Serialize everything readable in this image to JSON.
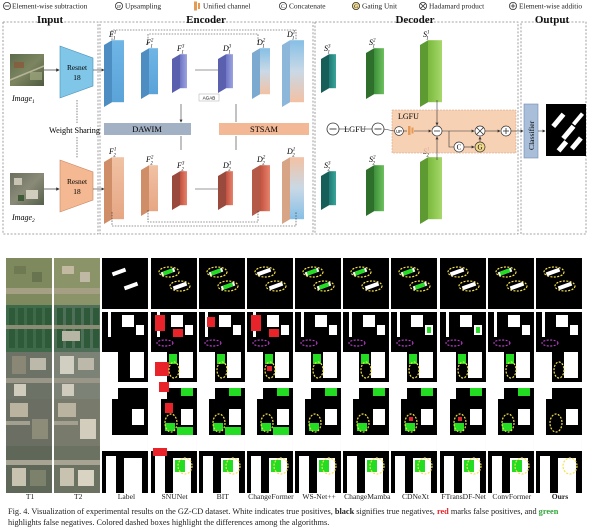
{
  "legend": {
    "items": [
      {
        "symbol": "⊖",
        "label": "Element-wise subtraction"
      },
      {
        "symbol": "⊙",
        "label": "Upsampling"
      },
      {
        "symbol": "▮",
        "label": "Unified channel"
      },
      {
        "symbol": "©",
        "label": "Concatenate"
      },
      {
        "symbol": "Ⓖ",
        "label": "Gating Unit"
      },
      {
        "symbol": "⊗",
        "label": "Hadamard product"
      },
      {
        "symbol": "⊕",
        "label": "Element-wise additio"
      }
    ]
  },
  "sections": {
    "input": "Input",
    "encoder": "Encoder",
    "decoder": "Decoder",
    "output": "Output"
  },
  "input": {
    "image1": "Image",
    "image1_sub": "1",
    "image2": "Image",
    "image2_sub": "2",
    "resnet_top": "Resnet",
    "resnet_top_n": "18",
    "resnet_bottom": "Resnet",
    "resnet_bottom_n": "18",
    "weight_sharing": "Weight Sharing"
  },
  "encoder": {
    "top_features": [
      {
        "base": "F",
        "sup": "1",
        "sub": "1"
      },
      {
        "base": "F",
        "sup": "2",
        "sub": "1"
      },
      {
        "base": "F",
        "sup": "3",
        "sub": "1"
      },
      {
        "base": "D",
        "sup": "3",
        "sub": "1"
      },
      {
        "base": "D",
        "sup": "2",
        "sub": "1"
      },
      {
        "base": "D",
        "sup": "1",
        "sub": "1"
      }
    ],
    "bottom_features": [
      {
        "base": "F",
        "sup": "1",
        "sub": "2"
      },
      {
        "base": "F",
        "sup": "2",
        "sub": "2"
      },
      {
        "base": "F",
        "sup": "3",
        "sub": "2"
      },
      {
        "base": "D",
        "sup": "3",
        "sub": "2"
      },
      {
        "base": "D",
        "sup": "2",
        "sub": "2"
      },
      {
        "base": "D",
        "sup": "1",
        "sub": "2"
      }
    ],
    "dawim": "DAWIM",
    "stsam": "STSAM",
    "agab": "AGAB"
  },
  "decoder": {
    "top_features": [
      {
        "base": "S",
        "sup": "3",
        "sub": "1"
      },
      {
        "base": "S",
        "sup": "2",
        "sub": "1"
      },
      {
        "base": "S",
        "sup": "1",
        "sub": "1"
      }
    ],
    "bottom_features": [
      {
        "base": "S",
        "sup": "3",
        "sub": "2"
      },
      {
        "base": "S",
        "sup": "2",
        "sub": "2"
      },
      {
        "base": "S",
        "sup": "1",
        "sub": "2"
      }
    ],
    "lgfu": "LGFU",
    "lgfu_box": "LGFU",
    "up": "UP",
    "c": "C",
    "g": "G"
  },
  "output": {
    "classifier": "Classifier"
  },
  "column_labels": [
    "T1",
    "T2",
    "Label",
    "SNUNet",
    "BIT",
    "ChangeFormer",
    "WS-Net++",
    "ChangeMamba",
    "CDNeXt",
    "FTransDF-Net",
    "ConvFormer",
    "Ours"
  ],
  "caption": {
    "part1": "Fig. 4. Visualization of experimental results on the GZ-CD dataset. White indicates true positives, ",
    "black": "black",
    "part2": " signifies true negatives, ",
    "red": "red",
    "part3": " marks false positives, and ",
    "green": "green",
    "part4": " highlights false negatives. Colored dashed boxes highlight the differences among the algorithms."
  },
  "colors": {
    "tp": "#ffffff",
    "tn": "#000000",
    "fp": "#e8232a",
    "fn": "#22dd22",
    "highlight": "#f4e24a",
    "highlight2": "#b23fc4"
  }
}
